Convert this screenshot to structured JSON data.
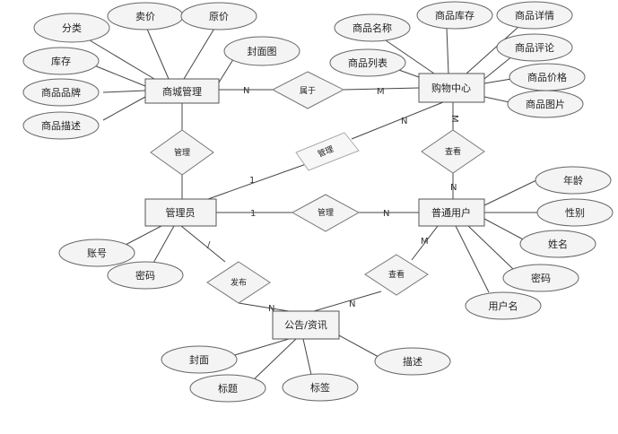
{
  "entities": {
    "shop_management": "商城管理",
    "shopping_center": "购物中心",
    "admin": "管理员",
    "normal_user": "普通用户",
    "announcement": "公告/资讯"
  },
  "attributes": {
    "category": "分类",
    "sale_price": "卖价",
    "original_price": "原价",
    "cover_image": "封面图",
    "stock": "库存",
    "brand": "商品品牌",
    "product_desc": "商品描述",
    "product_name": "商品名称",
    "product_stock": "商品库存",
    "product_detail": "商品详情",
    "product_list": "商品列表",
    "product_review": "商品评论",
    "product_price": "商品价格",
    "product_image": "商品图片",
    "age": "年龄",
    "gender": "性别",
    "name": "姓名",
    "user_password": "密码",
    "username": "用户名",
    "account": "账号",
    "admin_password": "密码",
    "cover": "封面",
    "title": "标题",
    "tag": "标签",
    "description": "描述"
  },
  "relationships": {
    "belongs_to": "属于",
    "manage_shop": "管理",
    "manage_center": "管理",
    "view_center": "查看",
    "manage_user": "管理",
    "publish": "发布",
    "view_announcement": "查看"
  },
  "cardinalities": {
    "shop_belongs": "N",
    "center_belongs": "M",
    "admin_center": "1",
    "center_admin": "N",
    "center_view": "M",
    "user_view": "N",
    "admin_user": "1",
    "user_admin": "N",
    "admin_publish": "/",
    "announcement_publish": "N",
    "announcement_view": "N",
    "user_view_ann": "M"
  }
}
